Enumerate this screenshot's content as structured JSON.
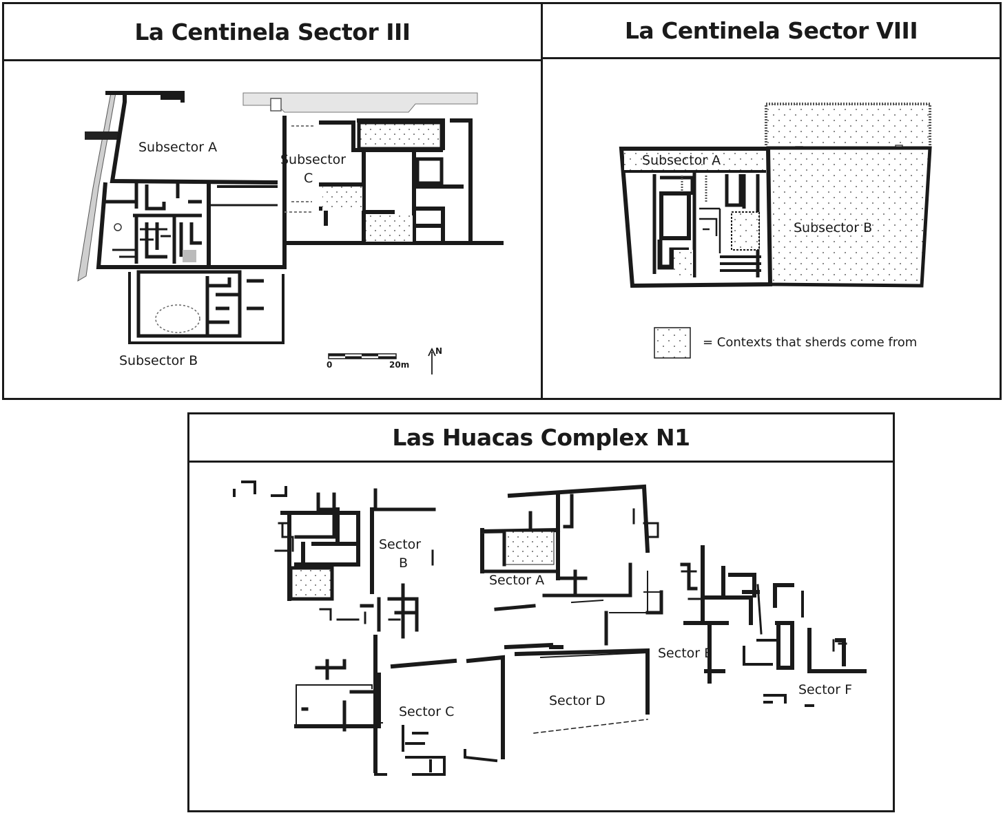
{
  "panels": {
    "sector3": {
      "title": "La Centinela Sector III",
      "labels": {
        "subsector_a": "Subsector A",
        "subsector_c_line1": "Subsector",
        "subsector_c_line2": "C",
        "subsector_b": "Subsector B"
      },
      "scale": {
        "start": "0",
        "end": "20m",
        "north": "N"
      }
    },
    "sector8": {
      "title": "La Centinela Sector VIII",
      "labels": {
        "subsector_a": "Subsector A",
        "subsector_b": "Subsector B"
      },
      "legend": {
        "text": "= Contexts that sherds come from"
      }
    },
    "huacas": {
      "title": "Las Huacas Complex N1",
      "labels": {
        "sector_a": "Sector A",
        "sector_b_line1": "Sector",
        "sector_b_line2": "B",
        "sector_c": "Sector C",
        "sector_d": "Sector D",
        "sector_e": "Sector E",
        "sector_f": "Sector F"
      }
    }
  },
  "colors": {
    "ink": "#1a1a1a",
    "wall_gray": "#cfcfcf",
    "stipple": "#333333"
  }
}
